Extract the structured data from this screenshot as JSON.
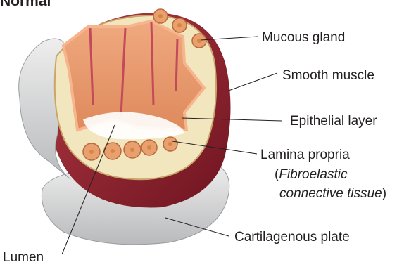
{
  "title": "Normal",
  "labels": {
    "mucous_gland": "Mucous gland",
    "smooth_muscle": "Smooth muscle",
    "epithelial_layer": "Epithelial layer",
    "lamina_propria": "Lamina propria",
    "lamina_paren_open": "(",
    "lamina_detail_1": "Fibroelastic",
    "lamina_detail_2": "connective tissue",
    "lamina_paren_close": ")",
    "cartilaginous_plate": "Cartilagenous plate",
    "lumen": "Lumen"
  },
  "colors": {
    "cartilage": "#d9dadb",
    "muscle": "#8e1b2a",
    "lamina": "#f2e6bf",
    "mucosa": "#e89a6e",
    "epithelium": "#f7b58d",
    "gland": "#d9853a",
    "leader_line": "#231f20"
  }
}
